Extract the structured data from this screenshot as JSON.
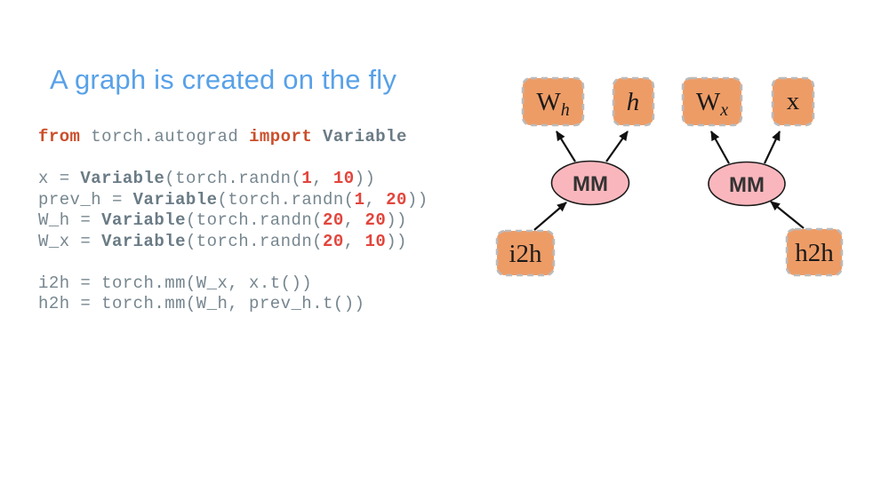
{
  "title": {
    "text": "A graph is created on the fly"
  },
  "code": {
    "lines": [
      {
        "tokens": [
          {
            "c": "kw",
            "t": "from"
          },
          {
            "c": "pl",
            "t": " torch.autograd "
          },
          {
            "c": "kw",
            "t": "import"
          },
          {
            "c": "pl",
            "t": " "
          },
          {
            "c": "nm",
            "t": "Variable"
          }
        ]
      },
      {
        "tokens": []
      },
      {
        "tokens": [
          {
            "c": "pl",
            "t": "x = "
          },
          {
            "c": "nm",
            "t": "Variable"
          },
          {
            "c": "pl",
            "t": "(torch.randn("
          },
          {
            "c": "num",
            "t": "1"
          },
          {
            "c": "pl",
            "t": ", "
          },
          {
            "c": "num",
            "t": "10"
          },
          {
            "c": "pl",
            "t": "))"
          }
        ]
      },
      {
        "tokens": [
          {
            "c": "pl",
            "t": "prev_h = "
          },
          {
            "c": "nm",
            "t": "Variable"
          },
          {
            "c": "pl",
            "t": "(torch.randn("
          },
          {
            "c": "num",
            "t": "1"
          },
          {
            "c": "pl",
            "t": ", "
          },
          {
            "c": "num",
            "t": "20"
          },
          {
            "c": "pl",
            "t": "))"
          }
        ]
      },
      {
        "tokens": [
          {
            "c": "pl",
            "t": "W_h = "
          },
          {
            "c": "nm",
            "t": "Variable"
          },
          {
            "c": "pl",
            "t": "(torch.randn("
          },
          {
            "c": "num",
            "t": "20"
          },
          {
            "c": "pl",
            "t": ", "
          },
          {
            "c": "num",
            "t": "20"
          },
          {
            "c": "pl",
            "t": "))"
          }
        ]
      },
      {
        "tokens": [
          {
            "c": "pl",
            "t": "W_x = "
          },
          {
            "c": "nm",
            "t": "Variable"
          },
          {
            "c": "pl",
            "t": "(torch.randn("
          },
          {
            "c": "num",
            "t": "20"
          },
          {
            "c": "pl",
            "t": ", "
          },
          {
            "c": "num",
            "t": "10"
          },
          {
            "c": "pl",
            "t": "))"
          }
        ]
      },
      {
        "tokens": []
      },
      {
        "tokens": [
          {
            "c": "pl",
            "t": "i2h = torch.mm(W_x, x.t())"
          }
        ]
      },
      {
        "tokens": [
          {
            "c": "pl",
            "t": "h2h = torch.mm(W_h, prev_h.t())"
          }
        ]
      }
    ]
  },
  "diagram": {
    "left": {
      "weight_main": "W",
      "weight_sub": "h",
      "input_label": "h",
      "op_label": "MM",
      "result_label": "i2h"
    },
    "right": {
      "weight_main": "W",
      "weight_sub": "x",
      "input_label": "x",
      "op_label": "MM",
      "result_label": "h2h"
    }
  },
  "colors": {
    "title": "#58A1E8",
    "keyword": "#CB4E2B",
    "number": "#E2453C",
    "code_text": "#76868F",
    "node_fill": "#EE9C66",
    "node_border": "#BBBBBB",
    "op_fill": "#F9B7BD",
    "op_border": "#1A1A1A",
    "arrow": "#111111"
  }
}
